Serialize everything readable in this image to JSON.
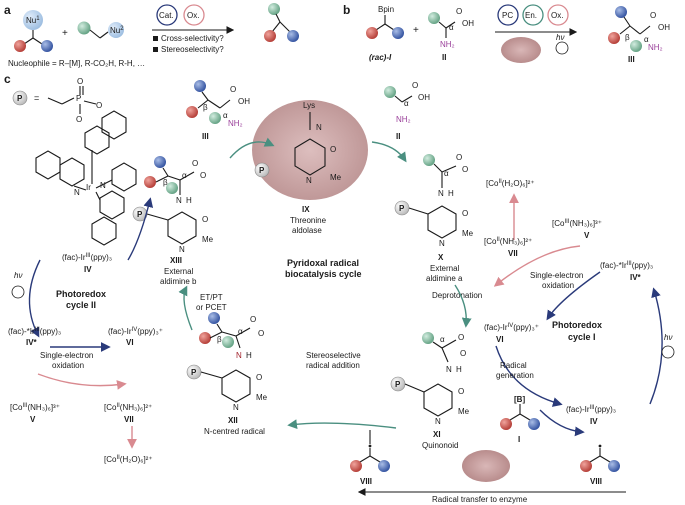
{
  "panels": {
    "a": "a",
    "b": "b",
    "c": "c"
  },
  "panel_a": {
    "nu1": "Nu",
    "nu1_sup": "1",
    "nu2": "Nu",
    "nu2_sup": "2",
    "plus": "+",
    "cat": "Cat.",
    "ox": "Ox.",
    "q1": "Cross-selectivity?",
    "q2": "Stereoselectivity?",
    "nucleophile": "Nucleophile = R–[M], R-CO₂H, R-H, …"
  },
  "panel_b": {
    "bpin": "Bpin",
    "label_I": "(rac)-I",
    "label_II": "II",
    "label_III": "III",
    "pc": "PC",
    "en": "En.",
    "ox": "Ox.",
    "hv": "hν",
    "oh": "OH",
    "nh2": "NH₂",
    "o": "O",
    "alpha": "α",
    "beta": "β",
    "plus": "+"
  },
  "panel_c": {
    "p_eq": "=",
    "p_symbol": "P",
    "ir_complex_label": "(fac)-Ir",
    "ir_complex_sup": "III",
    "ir_complex_tail": "(ppy)₃",
    "ir_complex_num": "IV",
    "label_III": "III",
    "label_II": "II",
    "label_IX": "IX",
    "threonine": "Threonine",
    "aldolase": "aldolase",
    "lys": "Lys",
    "me": "Me",
    "label_XIII": "XIII",
    "external_b_1": "External",
    "external_b_2": "aldimine b",
    "label_X": "X",
    "external_a_1": "External",
    "external_a_2": "aldimine a",
    "center_title_1": "Pyridoxal radical",
    "center_title_2": "biocatalysis cycle",
    "deprotonation": "Deprotonation",
    "label_XI": "XI",
    "quinonoid": "Quinonoid",
    "label_XII": "XII",
    "ncentred": "N-centred radical",
    "stereoselective_1": "Stereoselective",
    "stereoselective_2": "radical addition",
    "et_pt_1": "ET/PT",
    "et_pt_2": "or PCET",
    "photoredox2_1": "Photoredox",
    "photoredox2_2": "cycle II",
    "photoredox1_1": "Photoredox",
    "photoredox1_2": "cycle I",
    "fac_ir3_iv": "(fac)-Ir",
    "fac_ir3_sup": "III",
    "fac_ir3_tail": "(ppy)₃",
    "label_IV": "IV",
    "fac_ir3_star": "(fac)-*Ir",
    "label_IVstar": "IV*",
    "fac_ir4": "(fac)-Ir",
    "fac_ir4_sup": "IV",
    "fac_ir4_tail": "(ppy)₃⁺",
    "label_VI": "VI",
    "single_e_1": "Single-electron",
    "single_e_2": "oxidation",
    "co3": "[Co",
    "co3_sup": "III",
    "co3_tail": "(NH₃)₆]³⁺",
    "label_V": "V",
    "co2": "[Co",
    "co2_sup": "II",
    "co2_tail": "(NH₃)₆]²⁺",
    "label_VII": "VII",
    "coh2o": "[Co",
    "coh2o_sup": "II",
    "coh2o_tail": "(H₂O)₆]²⁺",
    "radical_gen_1": "Radical",
    "radical_gen_2": "generation",
    "label_B": "[B]",
    "label_I": "I",
    "label_VIII": "VIII",
    "radical_transfer": "Radical transfer to enzyme",
    "hv": "hν",
    "oh": "OH",
    "nh2": "NH₂",
    "o": "O",
    "n": "N",
    "h": "H",
    "alpha": "α",
    "beta": "β"
  },
  "colors": {
    "blue_ball": "#3d5fae",
    "red_ball": "#c2453e",
    "green_ball": "#7bb89a",
    "teal_arrow": "#4a8f80",
    "navy_arrow": "#2a3a7a",
    "pink_arrow": "#d98a90",
    "purple_text": "#9a3f9a"
  }
}
